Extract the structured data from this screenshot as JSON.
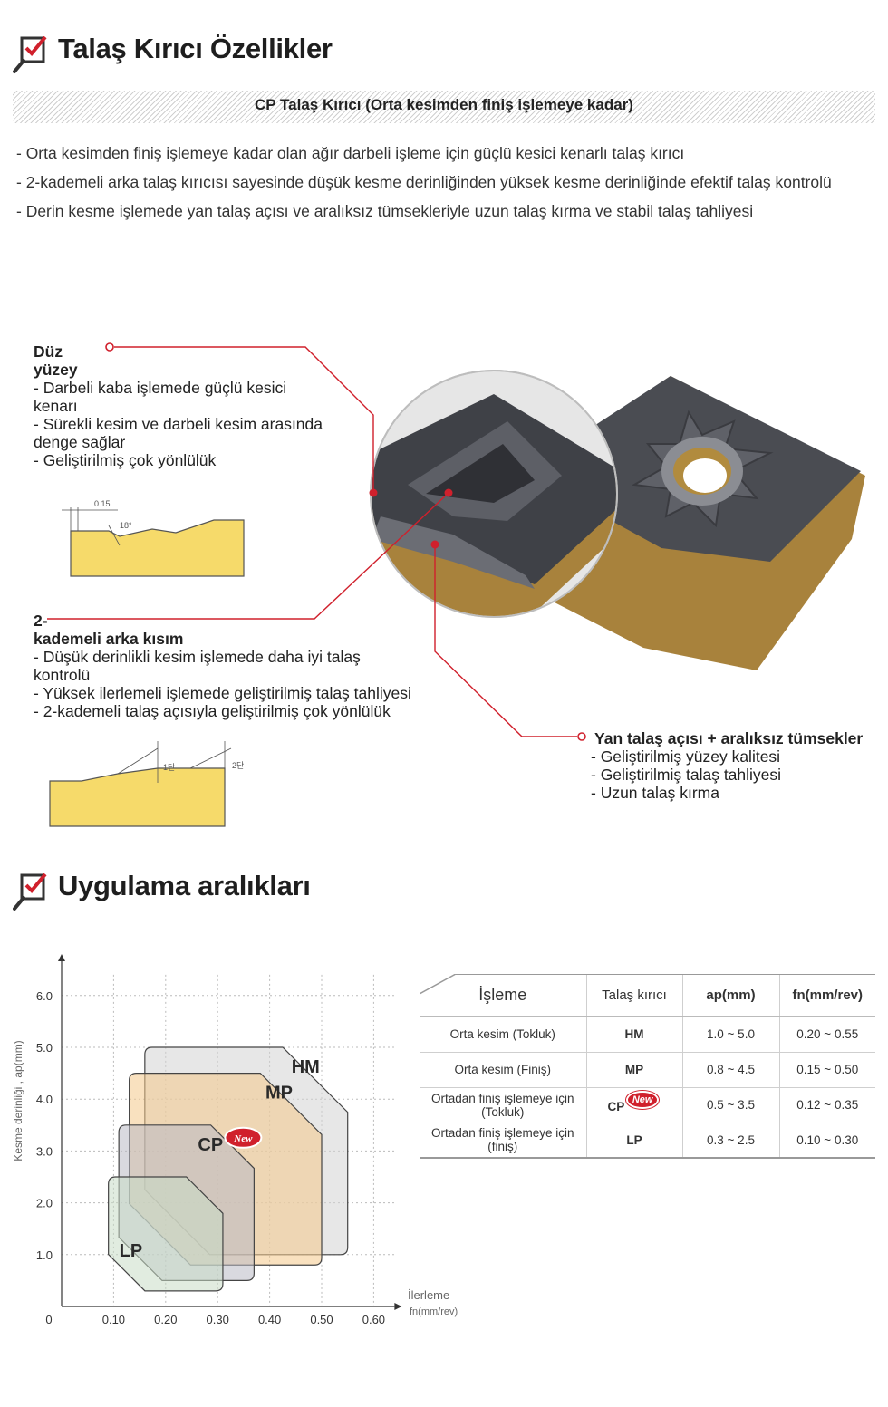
{
  "section1": {
    "title": "Talaş Kırıcı Özellikler",
    "banner": "CP Talaş Kırıcı (Orta kesimden finiş işlemeye kadar)",
    "bullets": [
      " - Orta kesimden finiş işlemeye kadar olan ağır darbeli işleme için güçlü kesici kenarlı talaş kırıcı",
      " - 2-kademeli arka talaş kırıcısı sayesinde düşük kesme derinliğinden yüksek kesme derinliğinde efektif talaş kontrolü",
      " - Derin kesme işlemede yan talaş açısı ve aralıksız tümsekleriyle uzun talaş kırma ve stabil talaş tahliyesi"
    ]
  },
  "features": {
    "flat": {
      "heading_1": "Düz",
      "heading_2": "yüzey",
      "lines": [
        "- Darbeli kaba işlemede güçlü kesici",
        "kenarı",
        "- Sürekli kesim ve darbeli kesim arasında",
        "denge sağlar",
        "- Geliştirilmiş çok yönlülük"
      ],
      "dim_label": "0.15",
      "angle_label": "18°"
    },
    "two_stage": {
      "heading_1": "2-",
      "heading_2": "kademeli arka kısım",
      "lines": [
        " - Düşük derinlikli kesim işlemede daha iyi talaş",
        "kontrolü",
        " - Yüksek ilerlemeli işlemede geliştirilmiş talaş tahliyesi",
        " - 2-kademeli talaş açısıyla geliştirilmiş çok yönlülük"
      ],
      "label_1": "1단",
      "label_2": "2단"
    },
    "side": {
      "heading": "Yan talaş açısı + aralıksız tümsekler",
      "lines": [
        "- Geliştirilmiş yüzey kalitesi",
        "- Geliştirilmiş talaş tahliyesi",
        "- Uzun talaş kırma"
      ]
    }
  },
  "section2": {
    "title": "Uygulama aralıkları"
  },
  "chart_data": {
    "type": "area",
    "ylabel": "Kesme derinliği , ap(mm)",
    "xlabel": "İlerleme",
    "xunit": "fn(mm/rev)",
    "x_origin_label": "0",
    "xticks": [
      "0.10",
      "0.20",
      "0.30",
      "0.40",
      "0.50",
      "0.60"
    ],
    "yticks": [
      "1.0",
      "2.0",
      "3.0",
      "4.0",
      "5.0",
      "6.0"
    ],
    "xlim": [
      0,
      0.65
    ],
    "ylim": [
      0,
      6.8
    ],
    "grid": true,
    "new_badge": "New",
    "series": [
      {
        "name": "HM",
        "fn": [
          0.16,
          0.55
        ],
        "ap": [
          1.0,
          5.0
        ],
        "color": "#d3d3d3"
      },
      {
        "name": "MP",
        "fn": [
          0.13,
          0.5
        ],
        "ap": [
          0.8,
          4.5
        ],
        "color": "#f4c98a"
      },
      {
        "name": "CP",
        "fn": [
          0.11,
          0.37
        ],
        "ap": [
          0.5,
          3.5
        ],
        "color": "#b9b9c4"
      },
      {
        "name": "LP",
        "fn": [
          0.09,
          0.31
        ],
        "ap": [
          0.3,
          2.5
        ],
        "color": "#c9dcc7"
      }
    ]
  },
  "table": {
    "headers": [
      "İşleme",
      "Talaş kırıcı",
      "ap(mm)",
      "fn(mm/rev)"
    ],
    "rows": [
      {
        "process": "Orta kesim (Tokluk)",
        "breaker": "HM",
        "ap": "1.0 ~ 5.0",
        "fn": "0.20 ~ 0.55",
        "is_new": false
      },
      {
        "process": "Orta kesim (Finiş)",
        "breaker": "MP",
        "ap": "0.8 ~ 4.5",
        "fn": "0.15 ~ 0.50",
        "is_new": false
      },
      {
        "process": "Ortadan finiş işlemeye için (Tokluk)",
        "breaker": "CP",
        "ap": "0.5 ~ 3.5",
        "fn": "0.12 ~ 0.35",
        "is_new": true
      },
      {
        "process": "Ortadan finiş işlemeye için (finiş)",
        "breaker": "LP",
        "ap": "0.3 ~ 2.5",
        "fn": "0.10 ~ 0.30",
        "is_new": false
      }
    ],
    "new_badge": "New"
  },
  "colors": {
    "accent_red": "#d0202c",
    "insert_gold": "#a8823c",
    "insert_dark": "#4a4c52",
    "profile_yellow": "#f6da6a"
  },
  "icons": [
    "checklist-magnifier-icon",
    "cutting-insert-image"
  ]
}
